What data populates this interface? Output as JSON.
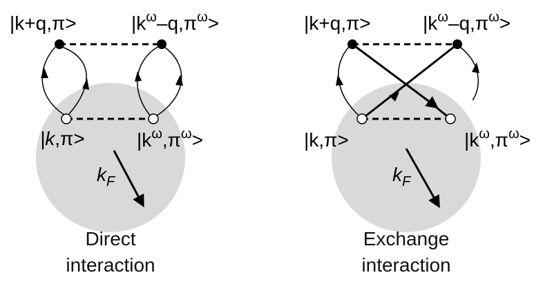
{
  "panels": {
    "direct": {
      "top_left_ket": "|k+q,π>",
      "top_right_ket_base": "|k",
      "top_right_ket_sup": "ω",
      "top_right_ket_rest": "–q,π",
      "top_right_ket_sup2": "ω",
      "top_right_ket_end": ">",
      "bottom_left_ket_base": "|k",
      "bottom_left_ket_rest": ",π>",
      "bottom_right_ket_base": "|k",
      "bottom_right_ket_sup": "ω",
      "bottom_right_ket_rest": ",π",
      "bottom_right_ket_sup2": "ω",
      "bottom_right_ket_end": ">",
      "kf_base": "k",
      "kf_sub": "F",
      "caption_line1": "Direct",
      "caption_line2": "interaction"
    },
    "exchange": {
      "top_left_ket": "|k+q,π>",
      "top_right_ket_base": "|k",
      "top_right_ket_sup": "ω",
      "top_right_ket_rest": "–q,π",
      "top_right_ket_sup2": "ω",
      "top_right_ket_end": ">",
      "bottom_left_ket": "|k,π>",
      "bottom_right_ket_base": "|k",
      "bottom_right_ket_sup": "ω",
      "bottom_right_ket_rest": ",π",
      "bottom_right_ket_sup2": "ω",
      "bottom_right_ket_end": ">",
      "kf_base": "k",
      "kf_sub": "F",
      "caption_line1": "Exchange",
      "caption_line2": "interaction"
    }
  },
  "colors": {
    "fermi_sphere": "#d9d9d9",
    "ink": "#000000"
  }
}
